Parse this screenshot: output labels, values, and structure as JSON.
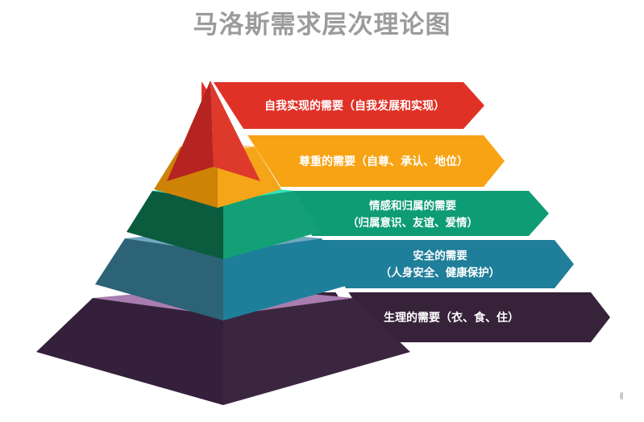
{
  "title": "马洛斯需求层次理论图",
  "title_color": "#9b9b9b",
  "background_color": "#ffffff",
  "diagram": {
    "type": "pyramid-hierarchy",
    "orientation": "apex-top",
    "level_count": 5,
    "levels": [
      {
        "rank": 1,
        "position": "top",
        "banner_text_line1": "自我实现的需要（自我发展和实现）",
        "banner_text_line2": "",
        "color": "#E03127",
        "color_left_face": "#B52420",
        "color_right_face": "#DE3A2C",
        "color_top_rim": "#F0A08C",
        "text_color": "#ffffff"
      },
      {
        "rank": 2,
        "position": "upper-middle",
        "banner_text_line1": "尊重的需要（自尊、承认、地位）",
        "banner_text_line2": "",
        "color": "#F7A313",
        "color_left_face": "#CE8307",
        "color_right_face": "#F5A518",
        "color_top_rim": "#F7C98A",
        "text_color": "#ffffff"
      },
      {
        "rank": 3,
        "position": "middle",
        "banner_text_line1": "情感和归属的需要",
        "banner_text_line2": "（归属意识、友谊、爱情）",
        "color": "#0E9C74",
        "color_left_face": "#0B5C3E",
        "color_right_face": "#13A077",
        "color_top_rim": "#2FE3BD",
        "text_color": "#ffffff"
      },
      {
        "rank": 4,
        "position": "lower-middle",
        "banner_text_line1": "安全的需要",
        "banner_text_line2": "（人身安全、健康保护）",
        "color": "#1F7E99",
        "color_left_face": "#2D6377",
        "color_right_face": "#1E7F9B",
        "color_top_rim": "#72A8BF",
        "text_color": "#ffffff"
      },
      {
        "rank": 5,
        "position": "bottom",
        "banner_text_line1": "生理的需要（衣、食、住）",
        "banner_text_line2": "",
        "color": "#362239",
        "color_left_face": "#34203A",
        "color_right_face": "#3B2640",
        "color_top_rim": "#A97DB0",
        "text_color": "#ffffff"
      }
    ]
  }
}
